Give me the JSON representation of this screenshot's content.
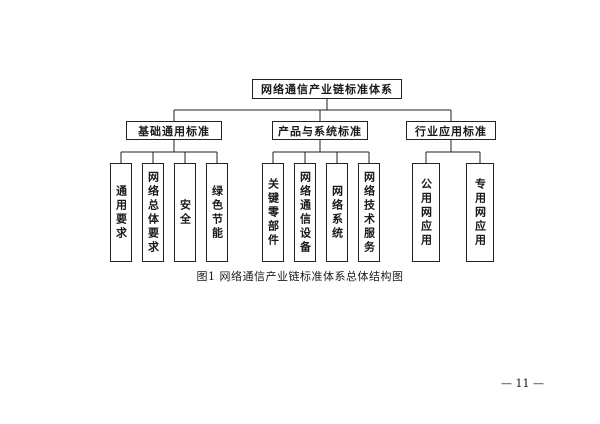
{
  "diagram": {
    "root": "网络通信产业链标准体系",
    "categories": [
      {
        "label": "基础通用标准",
        "leaves": [
          "通用要求",
          "网络总体要求",
          "安全",
          "绿色节能"
        ]
      },
      {
        "label": "产品与系统标准",
        "leaves": [
          "关键零部件",
          "网络通信设备",
          "网络系统",
          "网络技术服务"
        ]
      },
      {
        "label": "行业应用标准",
        "leaves": [
          "公用网应用",
          "专用网应用"
        ]
      }
    ]
  },
  "caption": "图1  网络通信产业链标准体系总体结构图",
  "page_number": "— 11 —"
}
